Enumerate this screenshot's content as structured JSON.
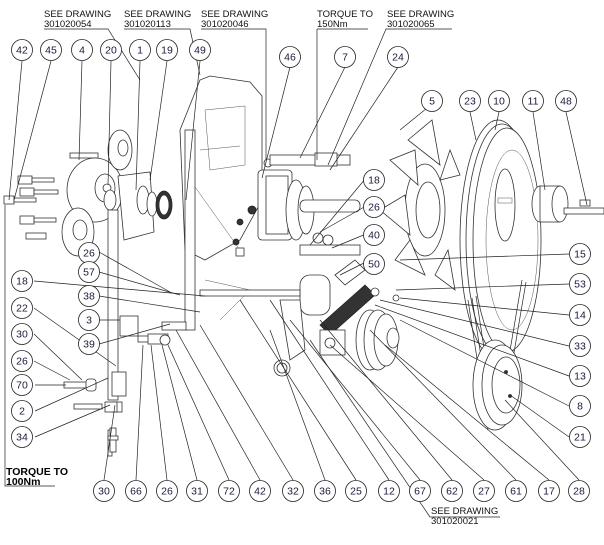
{
  "drawing": {
    "type": "exploded assembly view",
    "notes": [
      {
        "id": "note-see-301020054",
        "line1": "SEE DRAWING",
        "line2": "301020054"
      },
      {
        "id": "note-see-301020113",
        "line1": "SEE DRAWING",
        "line2": "301020113"
      },
      {
        "id": "note-see-301020046",
        "line1": "SEE DRAWING",
        "line2": "301020046"
      },
      {
        "id": "note-torque-150",
        "line1": "TORQUE TO",
        "line2": "150Nm"
      },
      {
        "id": "note-see-301020065",
        "line1": "SEE DRAWING",
        "line2": "301020065"
      },
      {
        "id": "note-torque-100",
        "line1": "TORQUE TO",
        "line2": "100Nm"
      },
      {
        "id": "note-see-301020021",
        "line1": "SEE DRAWING",
        "line2": "301020021"
      }
    ],
    "balloons": [
      {
        "label": "42",
        "group": "top"
      },
      {
        "label": "45",
        "group": "top"
      },
      {
        "label": "4",
        "group": "top"
      },
      {
        "label": "20",
        "group": "top"
      },
      {
        "label": "1",
        "group": "top"
      },
      {
        "label": "19",
        "group": "top"
      },
      {
        "label": "49",
        "group": "top"
      },
      {
        "label": "46",
        "group": "top"
      },
      {
        "label": "7",
        "group": "top"
      },
      {
        "label": "24",
        "group": "top"
      },
      {
        "label": "5",
        "group": "right-top"
      },
      {
        "label": "23",
        "group": "right-top"
      },
      {
        "label": "10",
        "group": "right-top"
      },
      {
        "label": "11",
        "group": "right-top"
      },
      {
        "label": "48",
        "group": "right-top"
      },
      {
        "label": "18",
        "group": "center"
      },
      {
        "label": "26",
        "group": "center"
      },
      {
        "label": "40",
        "group": "center"
      },
      {
        "label": "50",
        "group": "center"
      },
      {
        "label": "15",
        "group": "right"
      },
      {
        "label": "53",
        "group": "right"
      },
      {
        "label": "14",
        "group": "right"
      },
      {
        "label": "33",
        "group": "right"
      },
      {
        "label": "13",
        "group": "right"
      },
      {
        "label": "8",
        "group": "right"
      },
      {
        "label": "21",
        "group": "right"
      },
      {
        "label": "26",
        "group": "left-mid"
      },
      {
        "label": "57",
        "group": "left-mid"
      },
      {
        "label": "18",
        "group": "left"
      },
      {
        "label": "38",
        "group": "left-mid"
      },
      {
        "label": "22",
        "group": "left"
      },
      {
        "label": "3",
        "group": "left-mid"
      },
      {
        "label": "39",
        "group": "left-mid"
      },
      {
        "label": "30",
        "group": "left"
      },
      {
        "label": "26",
        "group": "left"
      },
      {
        "label": "70",
        "group": "left"
      },
      {
        "label": "2",
        "group": "left"
      },
      {
        "label": "34",
        "group": "left"
      },
      {
        "label": "30",
        "group": "bottom"
      },
      {
        "label": "66",
        "group": "bottom"
      },
      {
        "label": "26",
        "group": "bottom"
      },
      {
        "label": "31",
        "group": "bottom"
      },
      {
        "label": "72",
        "group": "bottom"
      },
      {
        "label": "42",
        "group": "bottom"
      },
      {
        "label": "32",
        "group": "bottom"
      },
      {
        "label": "36",
        "group": "bottom"
      },
      {
        "label": "25",
        "group": "bottom"
      },
      {
        "label": "12",
        "group": "bottom"
      },
      {
        "label": "67",
        "group": "bottom"
      },
      {
        "label": "62",
        "group": "bottom"
      },
      {
        "label": "27",
        "group": "bottom"
      },
      {
        "label": "61",
        "group": "bottom"
      },
      {
        "label": "17",
        "group": "bottom"
      },
      {
        "label": "28",
        "group": "bottom"
      }
    ]
  }
}
